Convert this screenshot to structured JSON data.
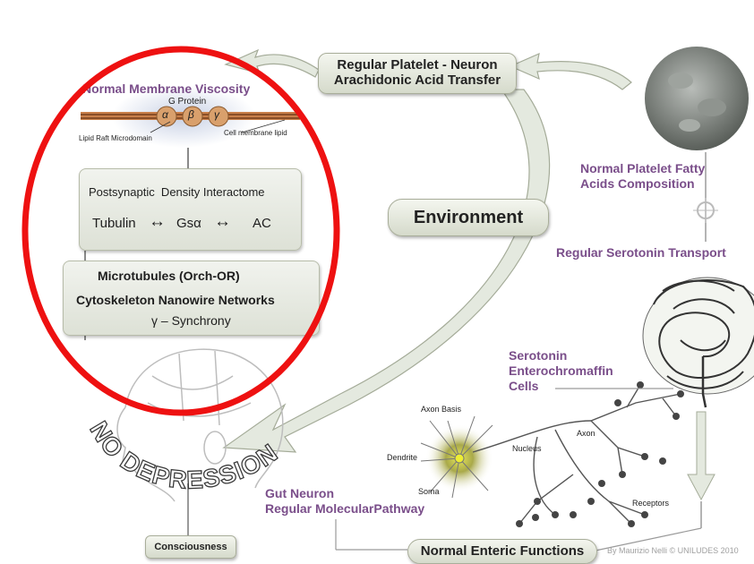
{
  "membrane": {
    "title": "Normal Membrane Viscosity",
    "g_protein": "G Protein",
    "lipid_raft": "Lipid Raft Microdomain",
    "cell_membrane": "Cell membrane lipid",
    "subunits": [
      "α",
      "β",
      "γ"
    ]
  },
  "psd_box": {
    "title": "Postsynaptic  Density Interactome",
    "tubulin": "Tubulin",
    "arrow1": "↔",
    "gs_alpha": "Gsα",
    "arrow2": "↔",
    "ac": "AC"
  },
  "micro_box": {
    "line1": "Microtubules (Orch-OR)",
    "line2": "Cytoskeleton Nanowire Networks",
    "line3": "γ – Synchrony"
  },
  "transfer": {
    "line1": "Regular Platelet - Neuron",
    "line2": "Arachidonic Acid Transfer"
  },
  "environment": "Environment",
  "platelet": {
    "line1": "Normal Platelet Fatty",
    "line2": "Acids Composition"
  },
  "serotonin_transport": "Regular Serotonin Transport",
  "enterochromaffin": {
    "line1": "Serotonin",
    "line2": "Enterochromaffin",
    "line3": "Cells"
  },
  "neuron": {
    "axon_basis": "Axon Basis",
    "nucleus": "Nucleus",
    "axon": "Axon",
    "dendrite": "Dendrite",
    "soma": "Soma",
    "receptors": "Receptors"
  },
  "gut_neuron": {
    "line1": "Gut Neuron",
    "line2": "Regular MolecularPathway"
  },
  "no_depression": "NO DEPRESSION",
  "consciousness": "Consciousness",
  "enteric": "Normal Enteric Functions",
  "credit": "By Maurizio Nelli © UNILUDES 2010",
  "colors": {
    "purple_label": "#7a4e8a",
    "highlight_ring": "#ee1111",
    "arrow_fill": "#e4e9df",
    "arrow_stroke": "#a4ab98"
  }
}
